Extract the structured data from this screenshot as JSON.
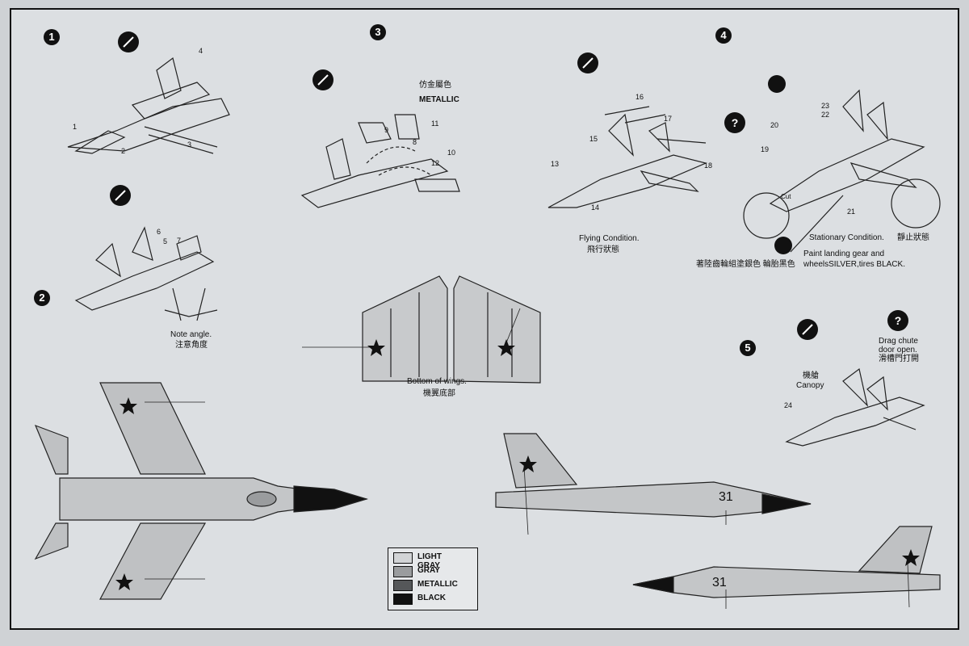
{
  "steps": {
    "s1": "1",
    "s2": "2",
    "s3": "3",
    "s4": "4",
    "s5": "5"
  },
  "labels": {
    "metallic_cn": "仿金屬色",
    "metallic_en": "METALLIC",
    "note_angle_en": "Note angle.",
    "note_angle_cn": "注意角度",
    "flying_en": "Flying Condition.",
    "flying_cn": "飛行狀態",
    "stationary_en": "Stationary Condition.",
    "stationary_cn": "靜止狀態",
    "paint_en_1": "Paint landing gear and",
    "paint_en_2": "wheelsSILVER,tires BLACK.",
    "paint_cn": "著陸齒輪組塗銀色 輪胎黑色",
    "bottom_en": "Bottom of wings.",
    "bottom_cn": "機翼底部",
    "drag_1": "Drag chute",
    "drag_2": "door open.",
    "drag_cn": "滑槽門打開",
    "canopy_cn": "機艙",
    "canopy_en": "Canopy",
    "cut": "Cut"
  },
  "part_numbers": [
    "1",
    "2",
    "3",
    "4",
    "5",
    "6",
    "7",
    "8",
    "9",
    "10",
    "11",
    "12",
    "13",
    "14",
    "15",
    "16",
    "17",
    "18",
    "19",
    "20",
    "21",
    "22",
    "23",
    "24"
  ],
  "aircraft_number": "31",
  "legend": [
    {
      "label": "LIGHT GRAY",
      "color": "#d2d4d6"
    },
    {
      "label": "GRAY",
      "color": "#9a9c9e"
    },
    {
      "label": "METALLIC",
      "color": "#555759"
    },
    {
      "label": "BLACK",
      "color": "#111111"
    }
  ],
  "icons": [
    "glue-icon",
    "question-icon",
    "paint-icon"
  ]
}
